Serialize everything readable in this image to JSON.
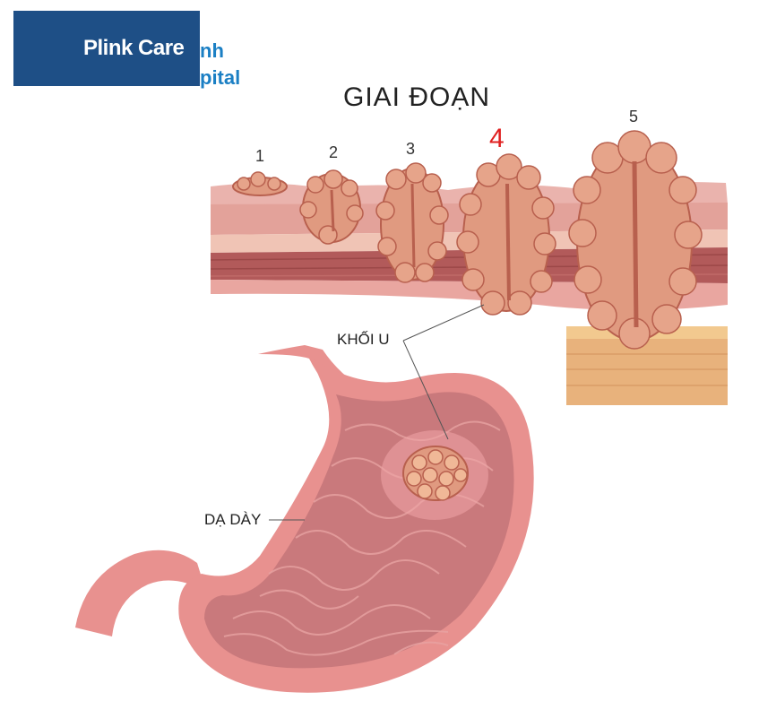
{
  "logo": {
    "text": "Plink Care",
    "peek_line1": "nh",
    "peek_line2": "pital",
    "bg_color": "#1e4f86",
    "icon": "medical-cross-icon"
  },
  "title": "GIAI ĐOẠN",
  "stages": [
    {
      "label": "1",
      "highlight": false
    },
    {
      "label": "2",
      "highlight": false
    },
    {
      "label": "3",
      "highlight": false
    },
    {
      "label": "4",
      "highlight": true
    },
    {
      "label": "5",
      "highlight": false
    }
  ],
  "labels": {
    "tumor": "KHỐI U",
    "stomach": "DẠ DÀY"
  },
  "colors": {
    "tumor": "#e09a80",
    "tumor_dark": "#b8604e",
    "stomach_wall": "#e8918f",
    "stomach_inner": "#c9797c",
    "muscle": "#b05858",
    "highlight": "#e02020"
  }
}
